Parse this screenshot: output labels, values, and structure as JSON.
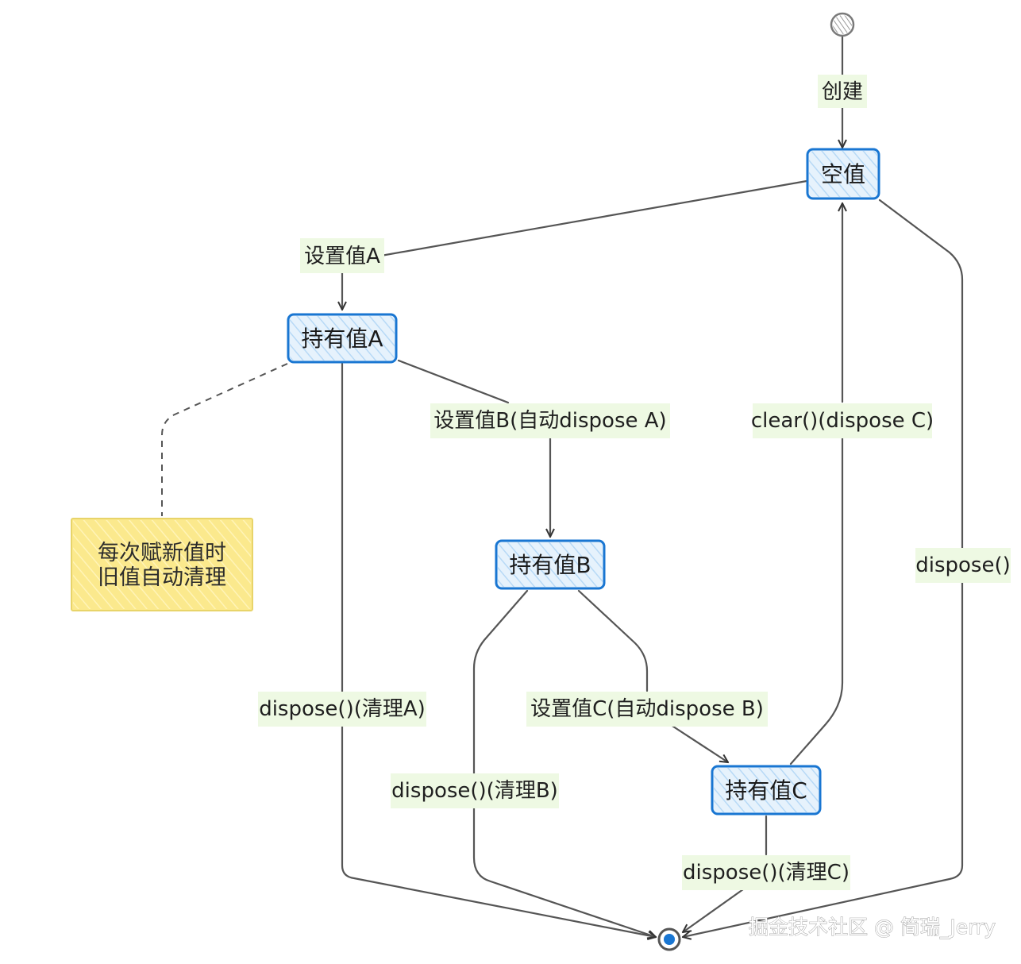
{
  "diagram": {
    "states": {
      "empty": "空值",
      "holdA": "持有值A",
      "holdB": "持有值B",
      "holdC": "持有值C"
    },
    "transitions": {
      "create": "创建",
      "setA": "设置值A",
      "setB": "设置值B(自动dispose A)",
      "setC": "设置值C(自动dispose B)",
      "clear": "clear()(dispose C)",
      "disposeEmpty": "dispose()",
      "disposeA": "dispose()(清理A)",
      "disposeB": "dispose()(清理B)",
      "disposeC": "dispose()(清理C)"
    },
    "note": {
      "line1": "每次赋新值时",
      "line2": "旧值自动清理"
    }
  },
  "watermark": "掘金技术社区 @ 简瑞_Jerry",
  "colors": {
    "state_border": "#1976d2",
    "state_fill": "#e6f2fc",
    "label_bg": "#eef9e3",
    "note_fill": "#fbe98d",
    "edge": "#555555",
    "end_marker": "#1976d2"
  }
}
